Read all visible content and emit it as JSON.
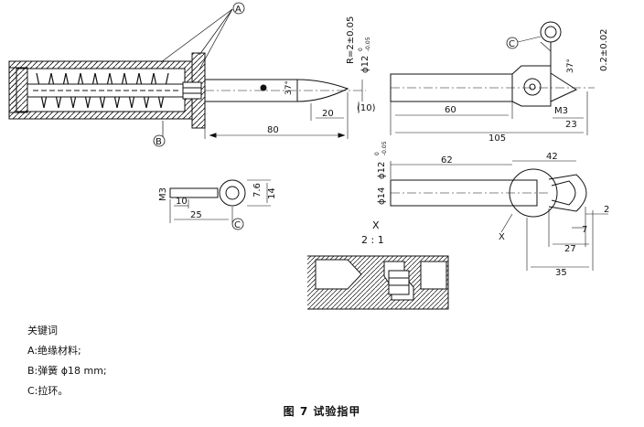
{
  "callouts": {
    "a": "A",
    "b": "B",
    "c": "C"
  },
  "dims_main": {
    "radius": "R=2±0.05",
    "dia": "ϕ12",
    "dia_tol": "0",
    "dia_tol2": "-0.05",
    "angle": "37°",
    "d20": "20",
    "d10": "(10)",
    "d80": "80"
  },
  "dims_side": {
    "tol": "0.2±0.02",
    "angle": "37°",
    "m3": "M3",
    "d60": "60",
    "d23": "23",
    "d105": "105"
  },
  "dims_ring": {
    "m3": "M3",
    "d10": "10",
    "d25": "25",
    "d7_6": "7.6",
    "d14": "14"
  },
  "dims_lower": {
    "dia": "ϕ12",
    "dia_tol": "0",
    "dia_tol2": "-0.05",
    "d62": "62",
    "d42": "42",
    "d14": "ϕ14",
    "x": "X",
    "d2": "2",
    "d7": "7",
    "d27": "27",
    "d35": "35"
  },
  "detail": {
    "title": "X",
    "scale": "2 : 1"
  },
  "legend": {
    "heading": "关键词",
    "a": "A:绝缘材料;",
    "b": "B:弹簧 ϕ18 mm;",
    "c": "C:拉环。"
  },
  "caption": "图 7    试验指甲"
}
